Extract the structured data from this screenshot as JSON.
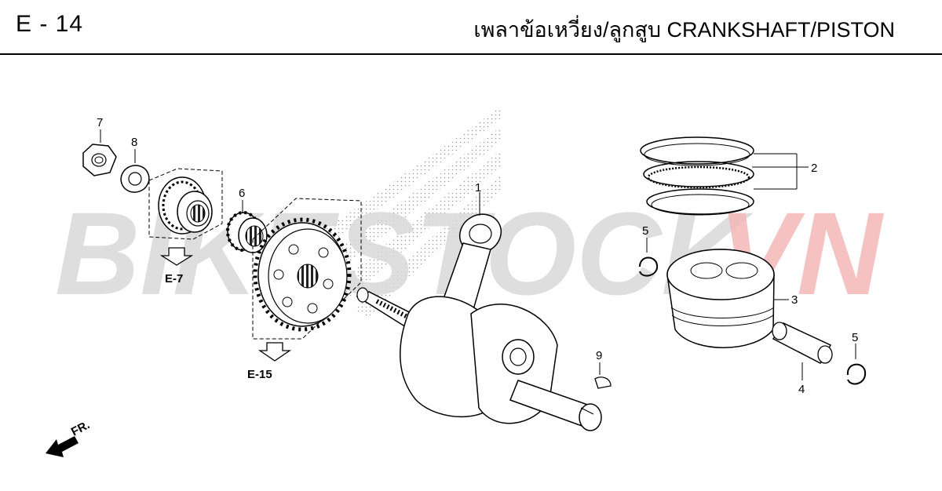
{
  "header": {
    "page_code": "E - 14",
    "title": "เพลาข้อเหวี่ยง/ลูกสูบ   CRANKSHAFT/PISTON"
  },
  "watermark": {
    "left_text": "BIKESTOCK",
    "right_text": "VN",
    "left_color": "#d9d9d9",
    "right_color": "#f4b7b7"
  },
  "callouts": {
    "c1": "1",
    "c2": "2",
    "c3": "3",
    "c4": "4",
    "c5a": "5",
    "c5b": "5",
    "c6": "6",
    "c7": "7",
    "c8": "8",
    "c9": "9"
  },
  "refs": {
    "e7": "E-7",
    "e15": "E-15"
  },
  "front_indicator": "FR.",
  "icons": {
    "front": "arrow-front-icon",
    "ref": "arrow-down-outline-icon"
  }
}
